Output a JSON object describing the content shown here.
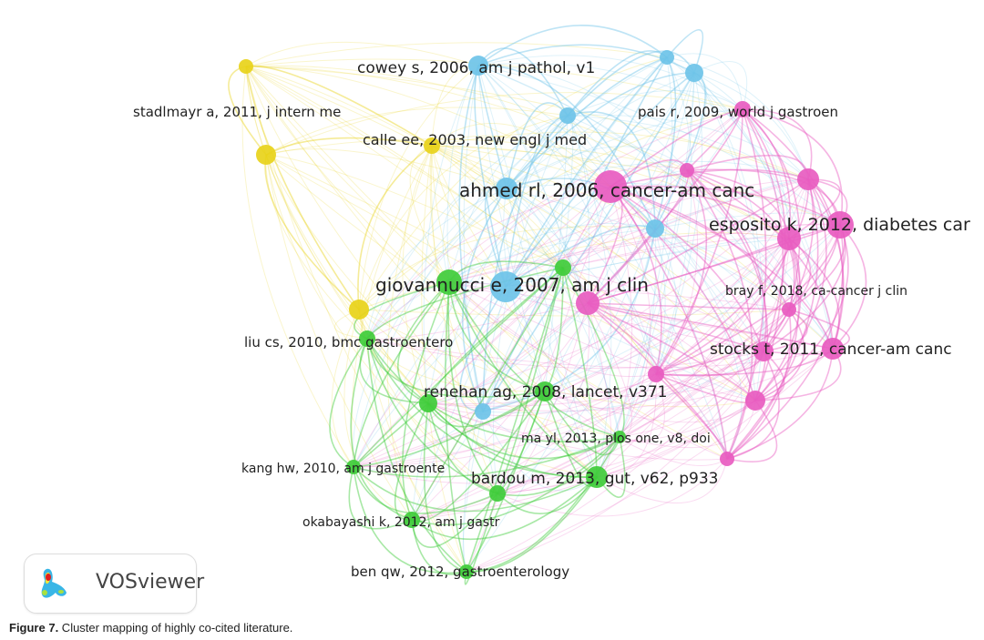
{
  "colors": {
    "yellow": "#e8d21a",
    "blue": "#6ec3e8",
    "pink": "#e85cc0",
    "green": "#3fcc3a"
  },
  "labels": [
    {
      "text": "cowey s, 2006, am j pathol, v1",
      "cluster": "blue"
    },
    {
      "text": "stadlmayr a, 2011, j intern me",
      "cluster": "yellow"
    },
    {
      "text": "pais r, 2009, world j gastroen",
      "cluster": "pink"
    },
    {
      "text": "calle ee, 2003, new engl j med",
      "cluster": "yellow"
    },
    {
      "text": "ahmed rl, 2006, cancer-am canc",
      "cluster": "pink"
    },
    {
      "text": "esposito k, 2012, diabetes car",
      "cluster": "pink"
    },
    {
      "text": "giovannucci e, 2007, am j clin",
      "cluster": "blue"
    },
    {
      "text": "bray f, 2018, ca-cancer j clin",
      "cluster": "pink"
    },
    {
      "text": "liu cs, 2010, bmc gastroentero",
      "cluster": "green"
    },
    {
      "text": "stocks t, 2011, cancer-am canc",
      "cluster": "pink"
    },
    {
      "text": "renehan ag, 2008, lancet, v371",
      "cluster": "green"
    },
    {
      "text": "ma yl, 2013, plos one, v8, doi",
      "cluster": "green"
    },
    {
      "text": "kang hw, 2010, am j gastroente",
      "cluster": "green"
    },
    {
      "text": "bardou m, 2013, gut, v62, p933",
      "cluster": "green"
    },
    {
      "text": "okabayashi k, 2012, am j gastr",
      "cluster": "green"
    },
    {
      "text": "ben qw, 2012, gastroenterology",
      "cluster": "green"
    }
  ],
  "logo": {
    "text": "VOSviewer"
  },
  "caption": {
    "prefix": "Figure 7.",
    "text": " Cluster mapping of highly co-cited literature."
  }
}
